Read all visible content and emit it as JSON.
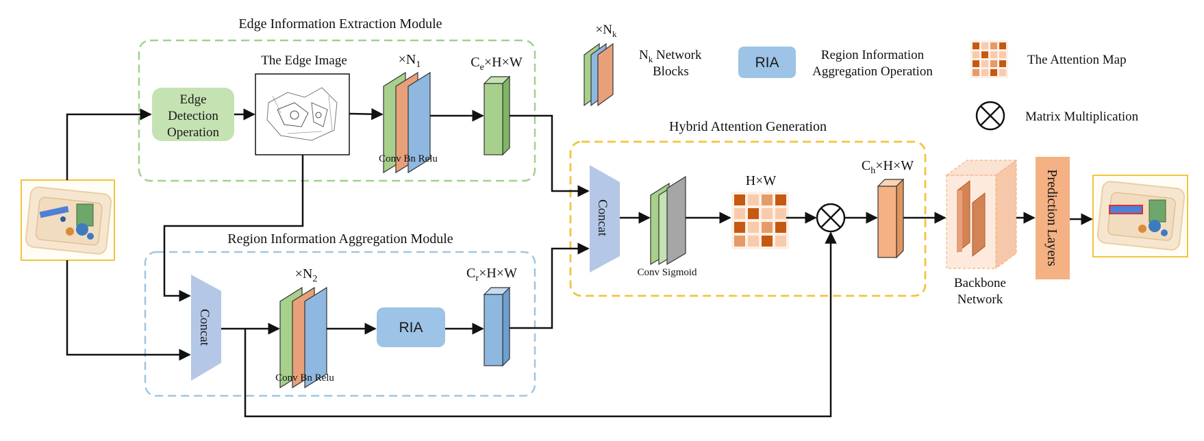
{
  "modules": {
    "edge": {
      "title": "Edge Information Extraction Module",
      "border_color": "#9fd18b"
    },
    "region": {
      "title": "Region Information Aggregation Module",
      "border_color": "#9cc6e6"
    },
    "hybrid": {
      "title": "Hybrid Attention Generation",
      "border_color": "#f2c53d"
    }
  },
  "nodes": {
    "edge_detection": {
      "line1": "Edge",
      "line2": "Detection",
      "line3": "Operation",
      "color": "#c5e2b3"
    },
    "edge_image_label": "The Edge Image",
    "edge_blocks": {
      "mult": "×N",
      "sub": "1",
      "caption": "Conv Bn Relu"
    },
    "edge_feature": {
      "pre": "C",
      "sub": "e",
      "post": "×H×W"
    },
    "region_concat": "Concat",
    "region_blocks": {
      "mult": "×N",
      "sub": "2",
      "caption": "Conv Bn Relu"
    },
    "ria": "RIA",
    "region_feature": {
      "pre": "C",
      "sub": "r",
      "post": "×H×W"
    },
    "hybrid_concat": "Concat",
    "sigmoid_caption": "Conv Sigmoid",
    "attention_size": "H×W",
    "hybrid_feature": {
      "pre": "C",
      "sub": "h",
      "post": "×H×W"
    },
    "backbone": {
      "line1": "Backbone",
      "line2": "Network"
    },
    "prediction": "Prediction Layers"
  },
  "legend": {
    "blocks": {
      "mult": "×N",
      "sub": "k",
      "pre": "N",
      "line1_post": " Network",
      "line2": "Blocks"
    },
    "ria": {
      "badge": "RIA",
      "line1": "Region Information",
      "line2": "Aggregation Operation"
    },
    "attention_map": "The Attention Map",
    "matrix_mult": "Matrix Multiplication"
  },
  "colors": {
    "green": "#a8d08d",
    "salmon": "#e8a07a",
    "blue": "#8fb8e0",
    "concat": "#b4c7e7",
    "orange": "#f4b183",
    "attn_dark": "#c65911",
    "attn_light": "#f8cbad",
    "ria": "#9dc3e6",
    "arrow": "#111111"
  }
}
